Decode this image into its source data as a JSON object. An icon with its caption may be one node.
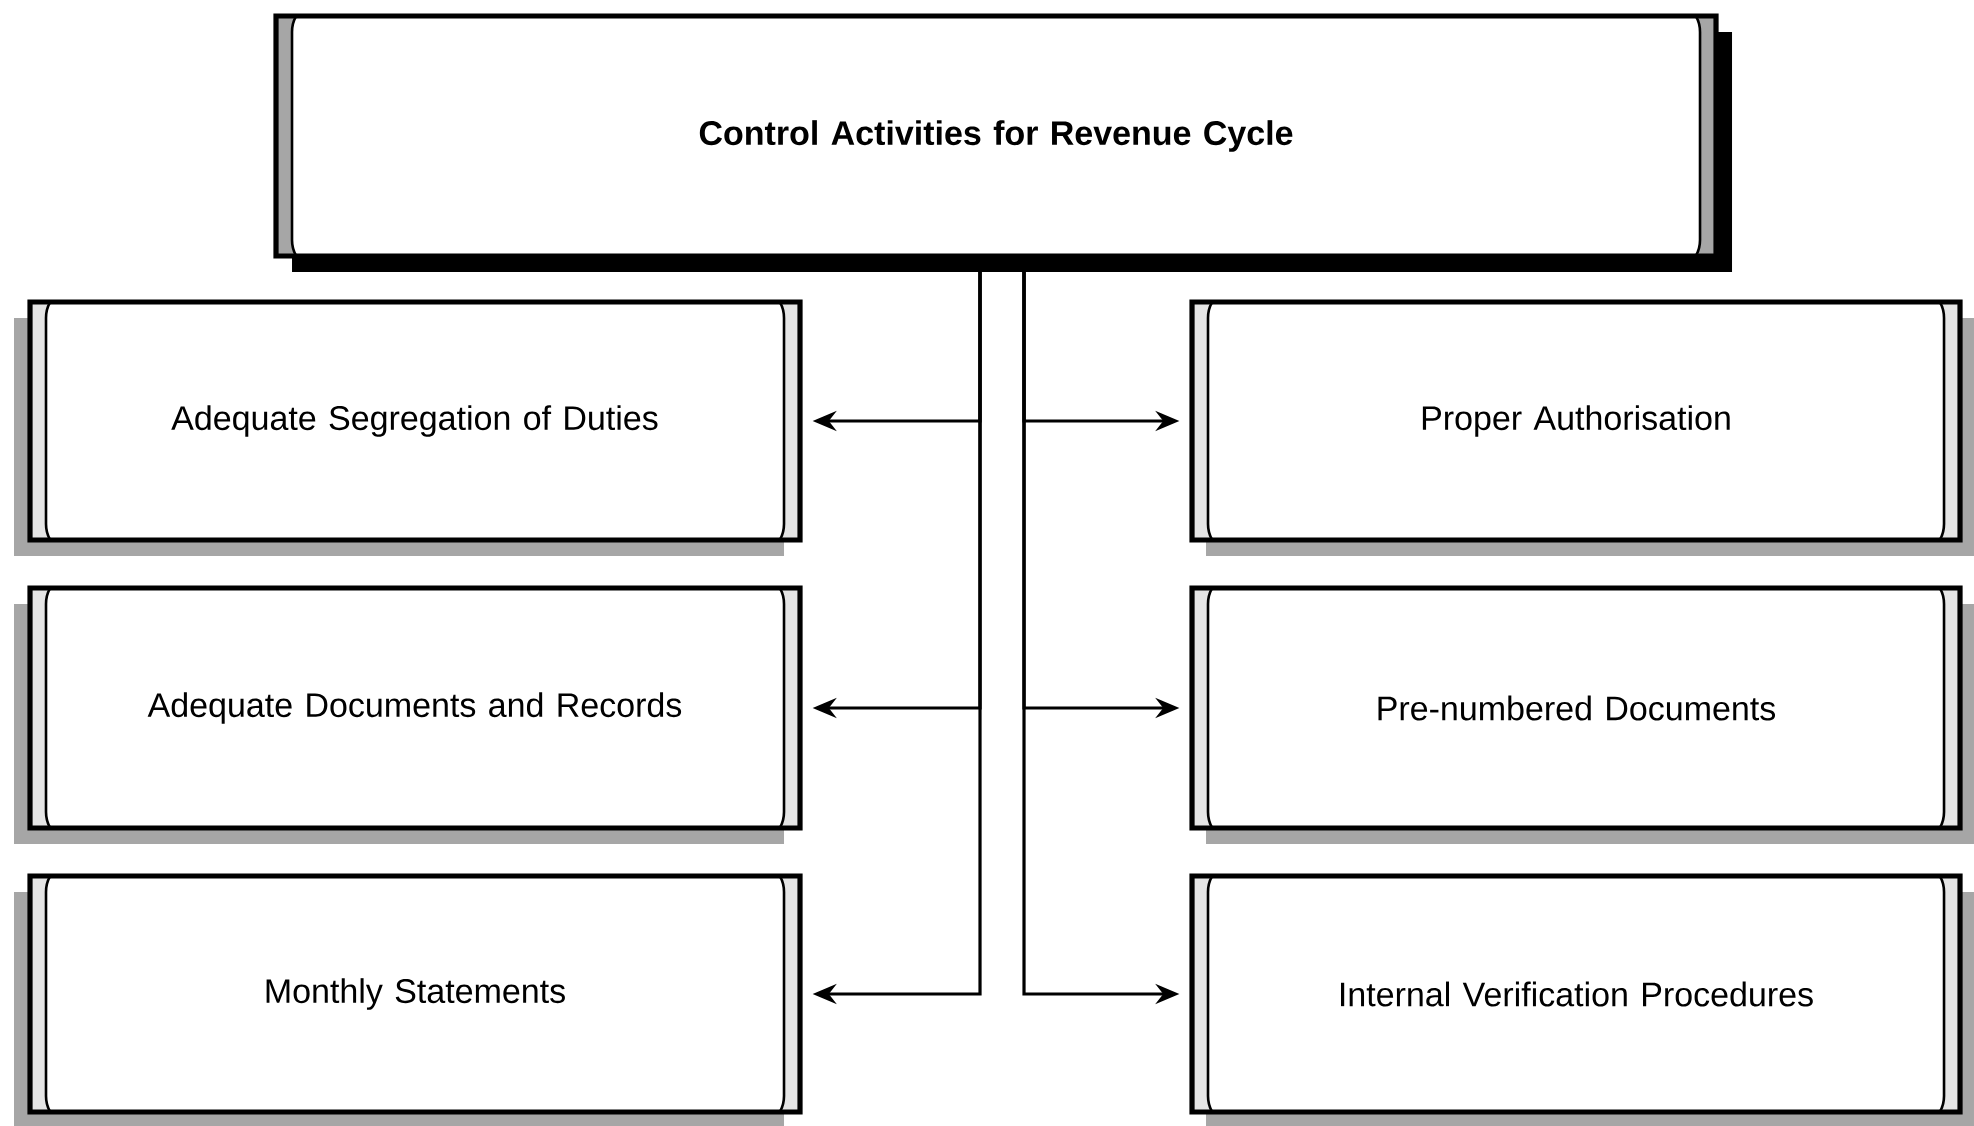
{
  "diagram": {
    "nodes": [
      {
        "text": [
          "Control Activities for Revenue Cycle"
        ]
      },
      {
        "text": [
          "Adequate Segregation of Duties"
        ]
      },
      {
        "text": [
          "Proper Authorisation"
        ]
      },
      {
        "text": [
          "Adequate Documents and Records"
        ]
      },
      {
        "text": [
          "Pre-numbered Documents"
        ]
      },
      {
        "text": [
          "Monthly Statements"
        ]
      },
      {
        "text": [
          "Internal Verification Procedures"
        ]
      }
    ],
    "edges": [
      {
        "from": 0,
        "to": 1,
        "arrow": "to"
      },
      {
        "from": 0,
        "to": 2,
        "arrow": "to"
      },
      {
        "from": 0,
        "to": 3,
        "arrow": "to"
      },
      {
        "from": 0,
        "to": 4,
        "arrow": "to"
      },
      {
        "from": 0,
        "to": 5,
        "arrow": "to"
      },
      {
        "from": 0,
        "to": 6,
        "arrow": "to"
      }
    ]
  }
}
